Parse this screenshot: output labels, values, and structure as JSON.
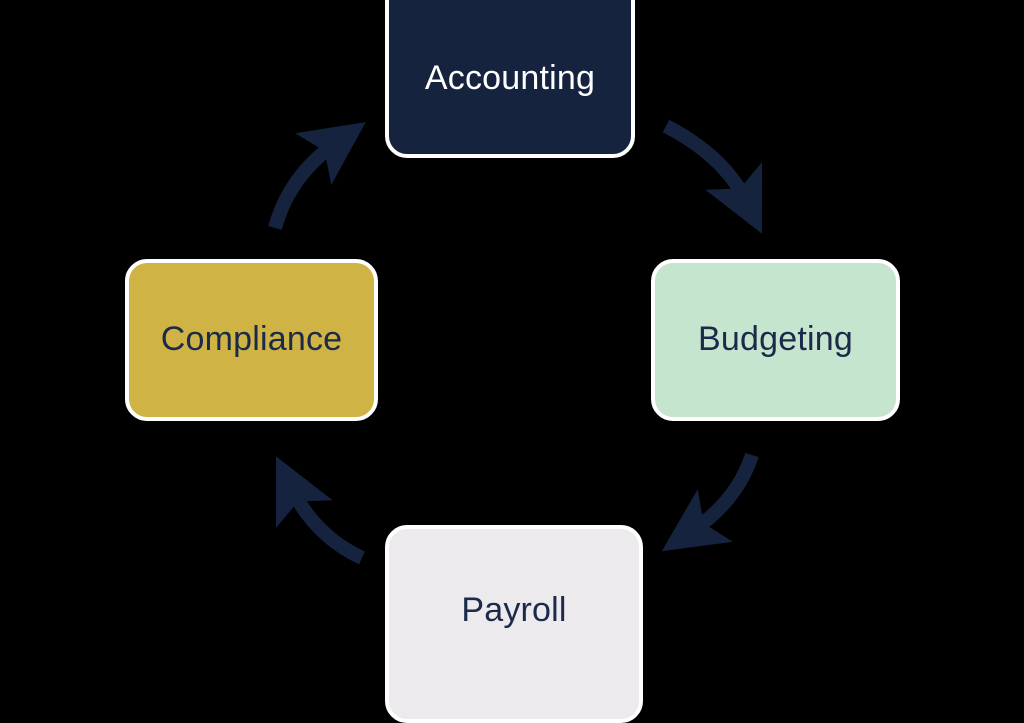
{
  "diagram": {
    "type": "cycle",
    "direction": "clockwise",
    "background_color": "#000000",
    "node_outline_color": "#ffffff",
    "arrow_color": "#16233f",
    "nodes": [
      {
        "id": "accounting",
        "label": "Accounting",
        "position": "top",
        "fill_color": "#16233f",
        "text_color": "#ffffff"
      },
      {
        "id": "budgeting",
        "label": "Budgeting",
        "position": "right",
        "fill_color": "#c6e5ce",
        "text_color": "#1b2a4a"
      },
      {
        "id": "payroll",
        "label": "Payroll",
        "position": "bottom",
        "fill_color": "#eceaec",
        "text_color": "#1b2a4a"
      },
      {
        "id": "compliance",
        "label": "Compliance",
        "position": "left",
        "fill_color": "#cfb445",
        "text_color": "#1b2a4a"
      }
    ],
    "connectors": [
      {
        "id": "accounting-to-budgeting",
        "from": "accounting",
        "to": "budgeting",
        "style": "curved-arrow"
      },
      {
        "id": "budgeting-to-payroll",
        "from": "budgeting",
        "to": "payroll",
        "style": "curved-arrow"
      },
      {
        "id": "payroll-to-compliance",
        "from": "payroll",
        "to": "compliance",
        "style": "curved-arrow"
      },
      {
        "id": "compliance-to-accounting",
        "from": "compliance",
        "to": "accounting",
        "style": "curved-arrow"
      }
    ]
  }
}
